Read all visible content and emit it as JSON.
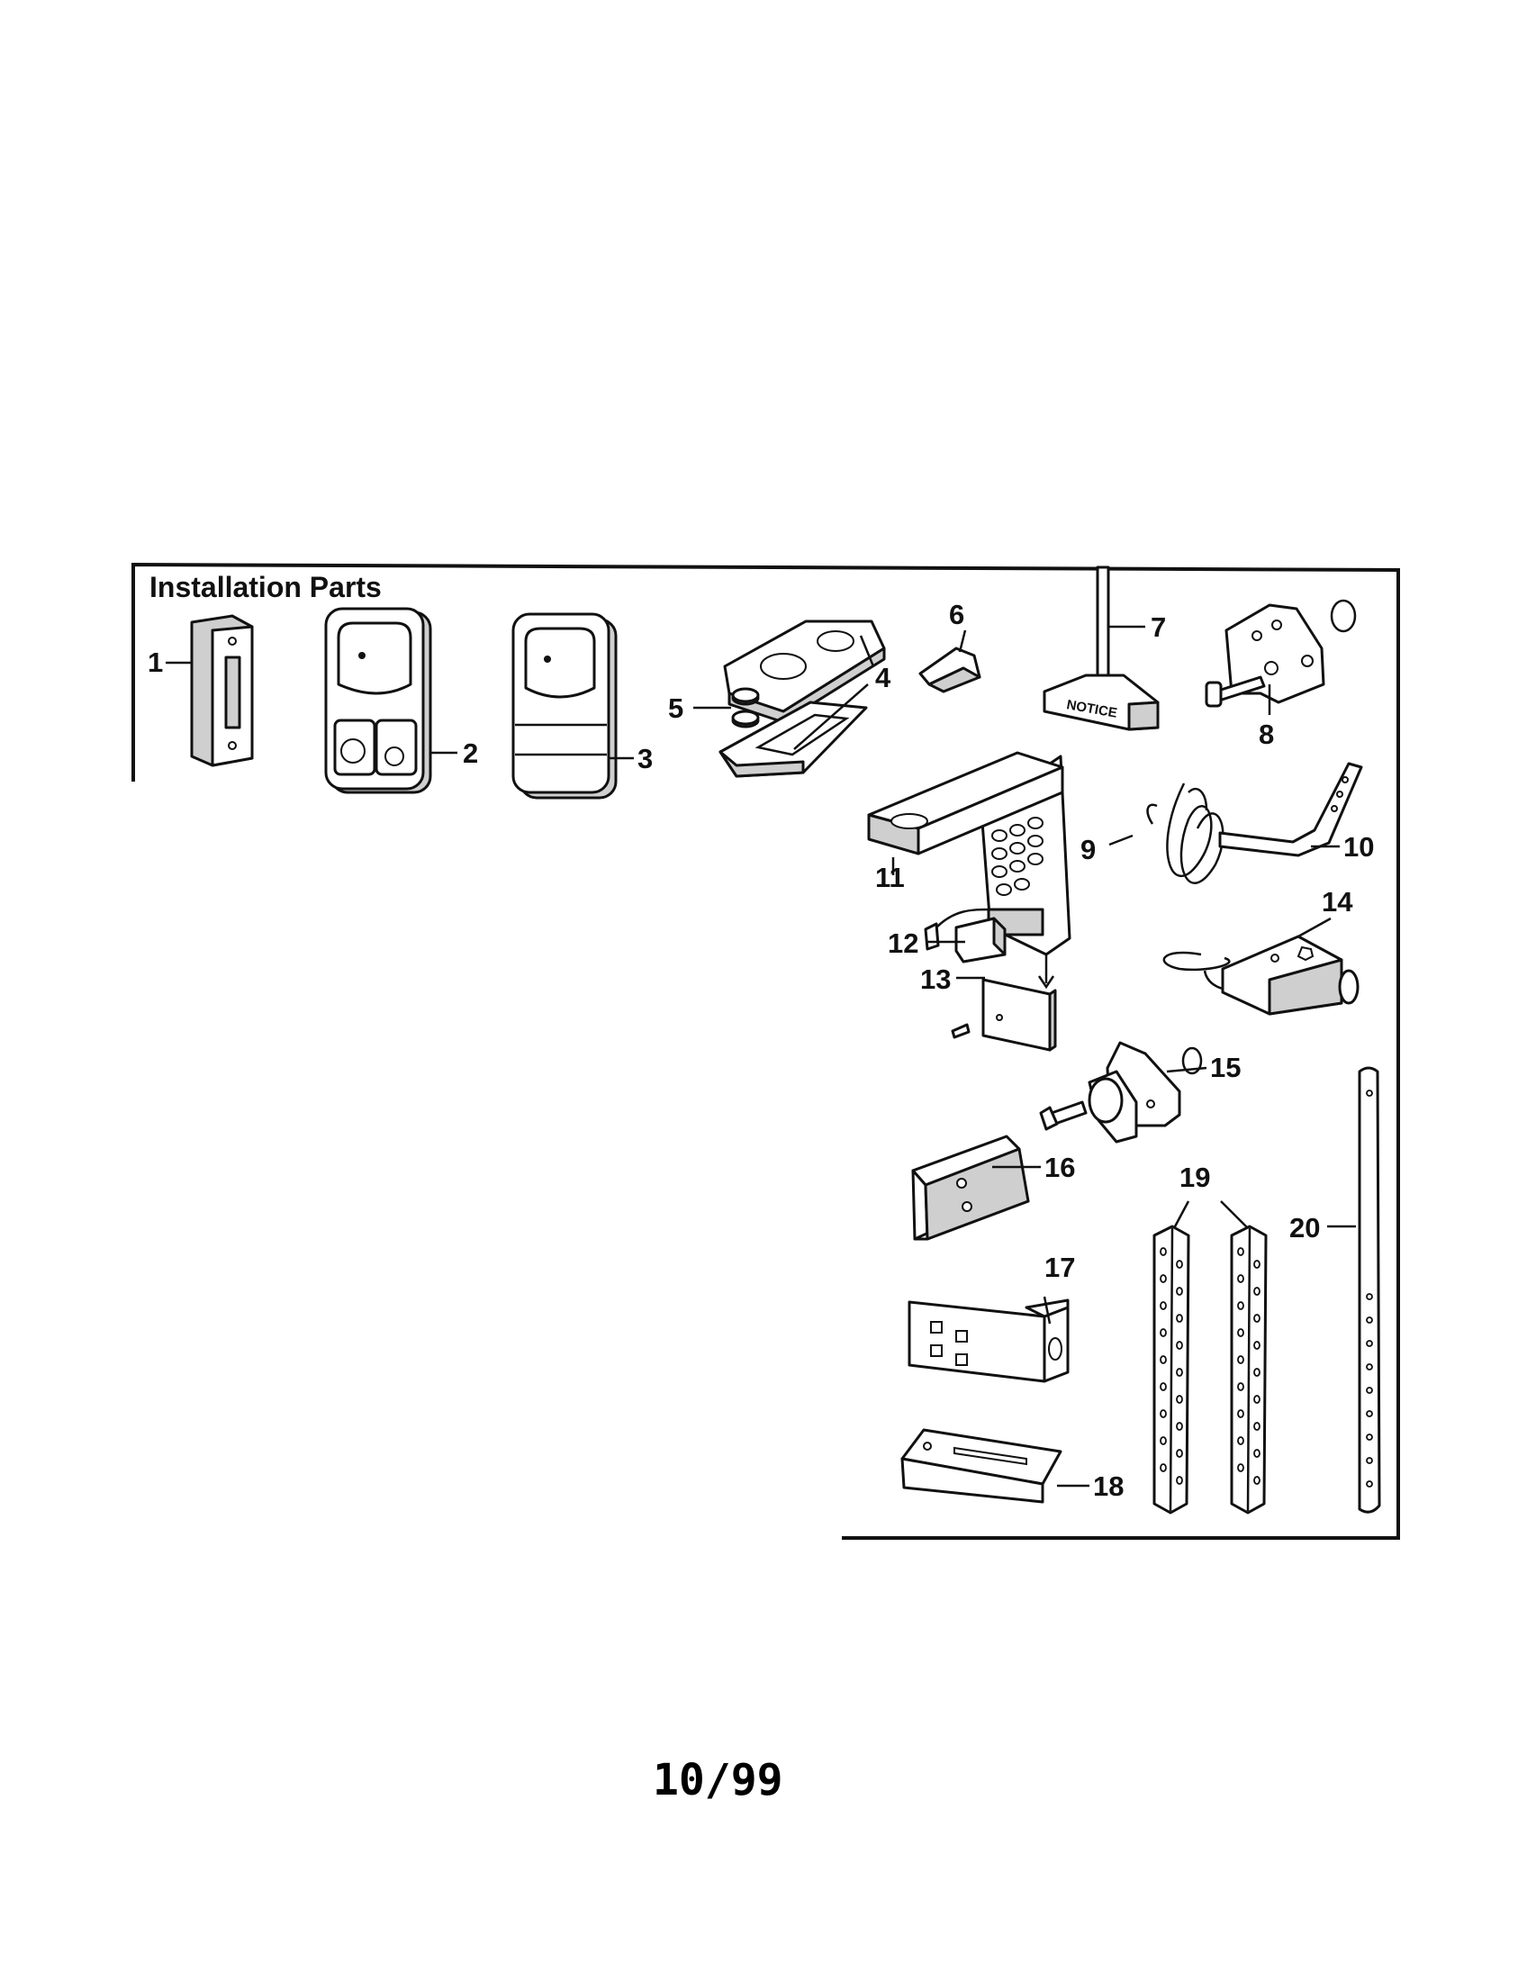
{
  "section_title": "Installation Parts",
  "notice_label": "NOTICE",
  "footer_date": "10/99",
  "callouts": [
    "1",
    "2",
    "3",
    "4",
    "5",
    "6",
    "7",
    "8",
    "9",
    "10",
    "11",
    "12",
    "13",
    "14",
    "15",
    "16",
    "17",
    "18",
    "19",
    "20"
  ]
}
